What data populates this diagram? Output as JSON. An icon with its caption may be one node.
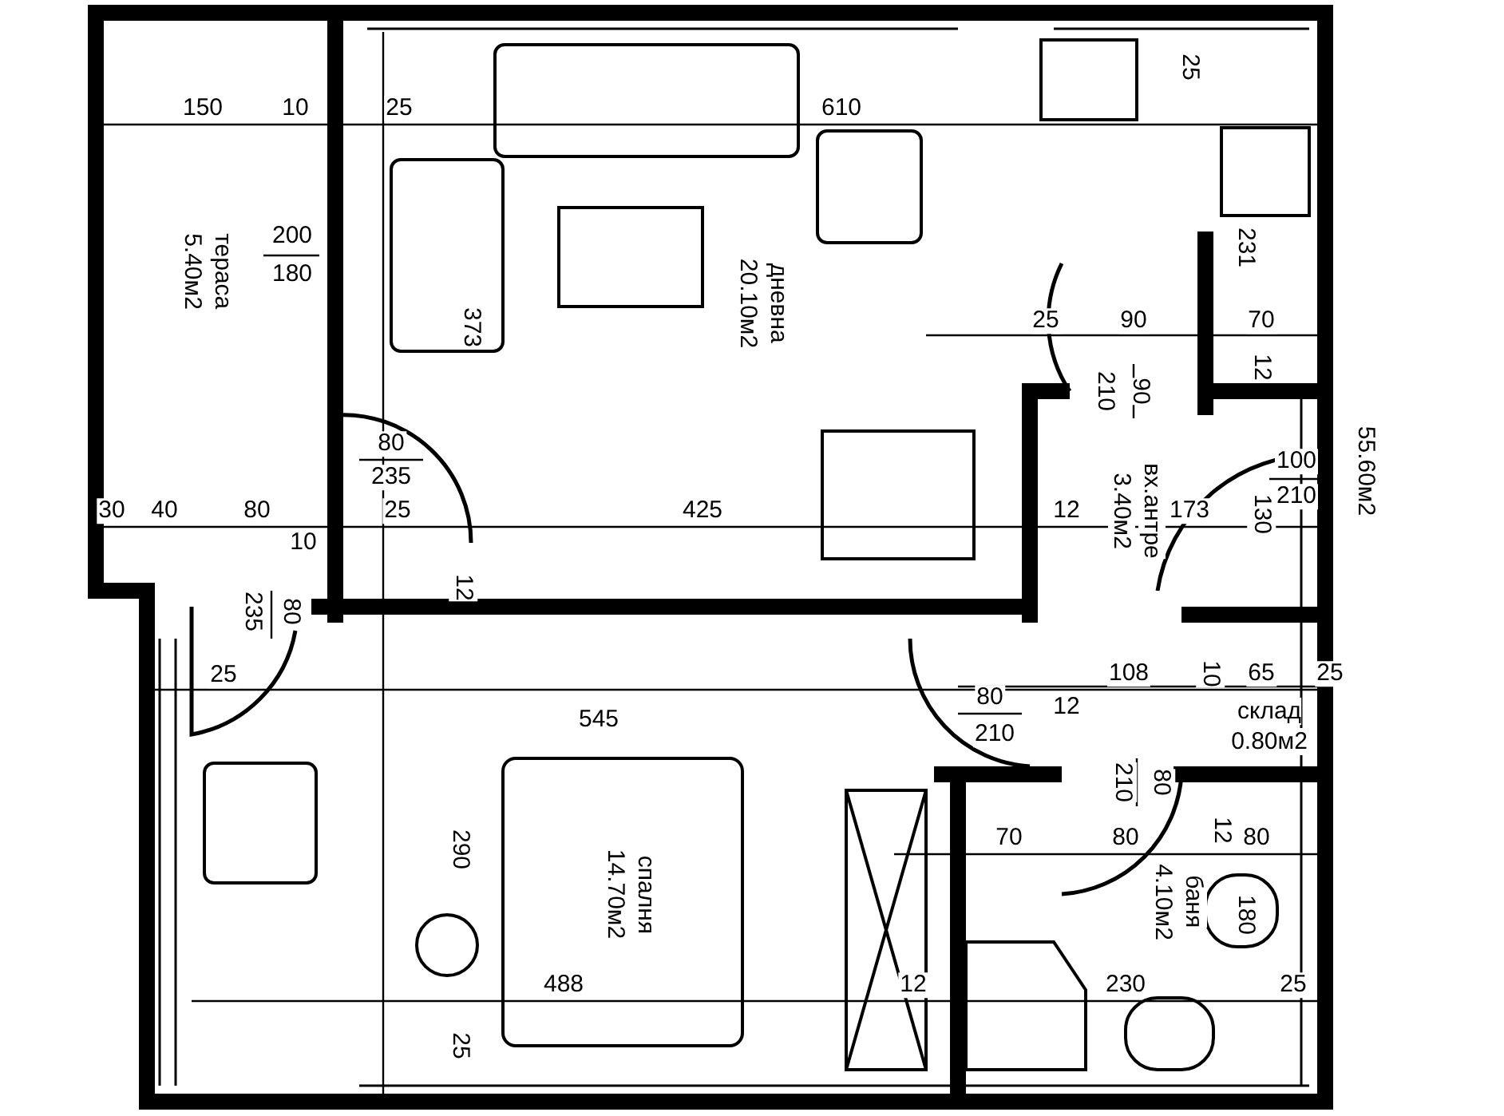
{
  "diagram": {
    "nodes": [
      {
        "text": [
          "тераса",
          "5.40м2"
        ]
      },
      {
        "text": [
          "дневна",
          "20.10м2"
        ]
      },
      {
        "text": [
          "вх.антре",
          "3.40м2"
        ]
      },
      {
        "text": [
          "склад",
          "0.80м2"
        ]
      },
      {
        "text": [
          "спалня",
          "14.70м2"
        ]
      },
      {
        "text": [
          "баня",
          "4.10м2"
        ]
      }
    ],
    "labels": [
      "150",
      "10",
      "25",
      "610",
      "25",
      "200",
      "180",
      "373",
      "231",
      "25",
      "90",
      "70",
      "12",
      "90",
      "210",
      "80",
      "235",
      "55.60м2",
      "100",
      "210",
      "30",
      "40",
      "80",
      "25",
      "425",
      "12",
      "173",
      "130",
      "10",
      "12",
      "80",
      "235",
      "25",
      "108",
      "10",
      "65",
      "25",
      "80",
      "12",
      "210",
      "545",
      "80",
      "210",
      "70",
      "80",
      "12",
      "80",
      "290",
      "180",
      "488",
      "12",
      "230",
      "25",
      "25"
    ]
  }
}
